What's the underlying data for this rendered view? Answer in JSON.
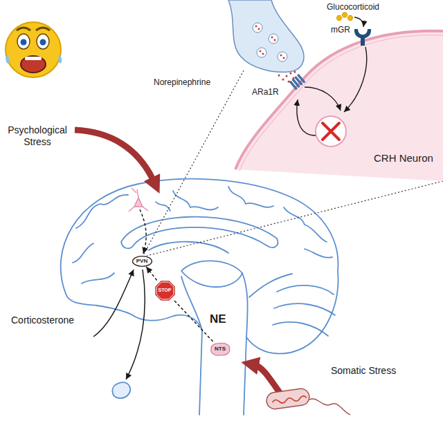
{
  "diagram": {
    "nodes": [
      {
        "text": [
          "CRH Neuron"
        ]
      },
      {
        "text": [
          "PVN"
        ]
      },
      {
        "text": [
          "STOP"
        ]
      },
      {
        "text": [
          "NTS"
        ]
      }
    ],
    "edges": [
      {
        "from": 3,
        "to": 2,
        "arrow": "none"
      },
      {
        "from": 2,
        "to": 1,
        "arrow": "to"
      }
    ],
    "labels": [
      "Glucocorticoid",
      "mGR",
      "Norepinephrine",
      "ARa1R",
      "Psychological Stress",
      "Corticosterone",
      "NE",
      "Somatic Stress"
    ]
  }
}
